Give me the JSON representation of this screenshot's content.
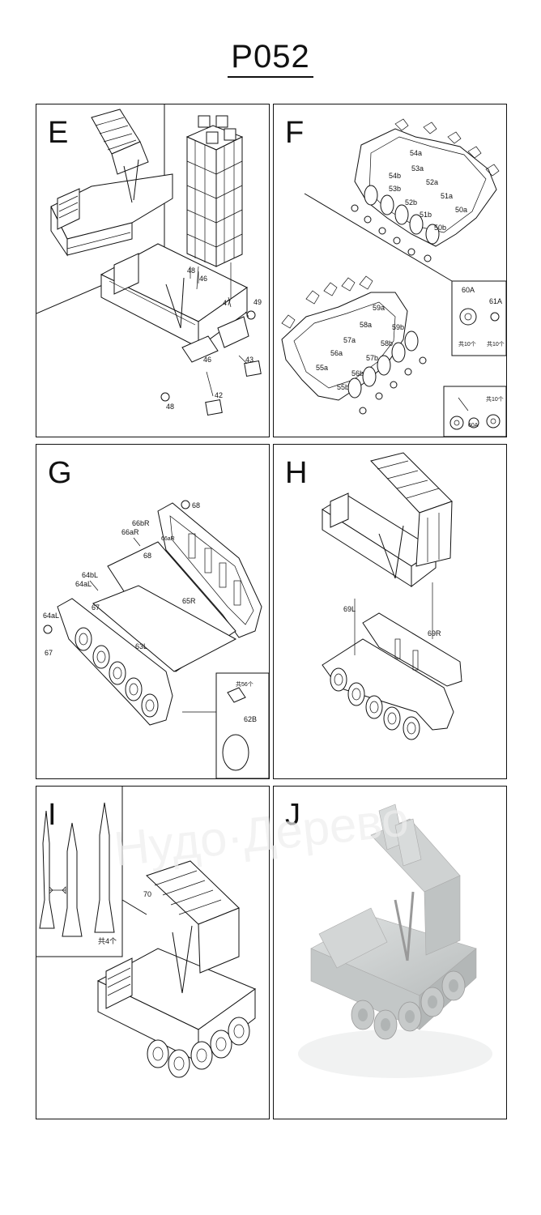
{
  "title": "P052",
  "watermark": "Нудо·Дерево",
  "panels": {
    "E": {
      "letter": "E",
      "labels": [
        "48",
        "46",
        "46",
        "47",
        "49",
        "43",
        "48",
        "42"
      ]
    },
    "F": {
      "letter": "F",
      "labels": [
        "54a",
        "53a",
        "54b",
        "53b",
        "52a",
        "51a",
        "52b",
        "51b",
        "50a",
        "50b",
        "59a",
        "58a",
        "59b",
        "57a",
        "58b",
        "56a",
        "57b",
        "55a",
        "56b",
        "55b",
        "60A",
        "61A",
        "共10个",
        "共10个",
        "共10个",
        "60A"
      ]
    },
    "G": {
      "letter": "G",
      "labels": [
        "68",
        "66bR",
        "66aR",
        "66aR",
        "68",
        "64bL",
        "64aL",
        "67",
        "65R",
        "64aL",
        "63L",
        "67",
        "共56个",
        "62B"
      ]
    },
    "H": {
      "letter": "H",
      "labels": [
        "69L",
        "69R"
      ]
    },
    "I": {
      "letter": "I",
      "labels": [
        "70",
        "共4个"
      ]
    },
    "J": {
      "letter": "J"
    }
  },
  "colors": {
    "line": "#111111",
    "render": "#cdd1d1"
  }
}
